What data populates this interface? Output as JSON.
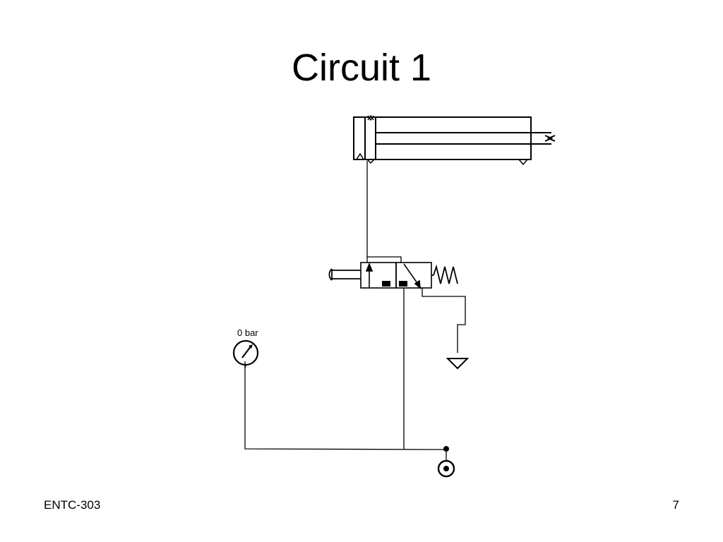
{
  "slide": {
    "title": "Circuit 1",
    "footer_left": "ENTC-303",
    "page_number": "7"
  },
  "diagram": {
    "gauge": {
      "reading": "0 bar",
      "icon": "pressure-gauge-icon"
    },
    "components": [
      "double-acting-cylinder-icon",
      "valve-3-2-pushbutton-spring-return-icon",
      "pushbutton-actuator-icon",
      "spring-icon",
      "exhaust-port-icon",
      "pressure-source-icon"
    ]
  }
}
